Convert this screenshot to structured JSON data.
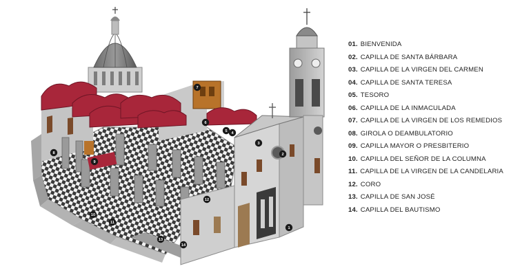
{
  "legend": [
    {
      "num": "01.",
      "label": "BIENVENIDA"
    },
    {
      "num": "02.",
      "label": "CAPILLA DE SANTA BÁRBARA"
    },
    {
      "num": "03.",
      "label": "CAPILLA DE LA VIRGEN DEL CARMEN"
    },
    {
      "num": "04.",
      "label": "CAPILLA DE SANTA TERESA"
    },
    {
      "num": "05.",
      "label": "TESORO"
    },
    {
      "num": "06.",
      "label": "CAPILLA DE LA INMACULADA"
    },
    {
      "num": "07.",
      "label": "CAPILLA DE LA VIRGEN DE LOS REMEDIOS"
    },
    {
      "num": "08.",
      "label": "GIROLA O DEAMBULATORIO"
    },
    {
      "num": "09.",
      "label": "CAPILLA MAYOR O PRESBITERIO"
    },
    {
      "num": "10.",
      "label": "CAPILLA DEL SEÑOR DE LA COLUMNA"
    },
    {
      "num": "11.",
      "label": "CAPILLA DE LA VIRGEN DE LA CANDELARIA"
    },
    {
      "num": "12.",
      "label": "CORO"
    },
    {
      "num": "13.",
      "label": "CAPILLA DE SAN JOSÉ"
    },
    {
      "num": "14.",
      "label": "CAPILLA DEL BAUTISMO"
    }
  ],
  "markers": [
    "1",
    "2",
    "3",
    "4",
    "5",
    "6",
    "7",
    "8",
    "9",
    "10",
    "11",
    "12",
    "13",
    "14"
  ],
  "colors": {
    "vault_red": "#a8263a",
    "stone_grey": "#b9b9b9",
    "dark_grey": "#6f6f6f",
    "marker_fill": "#1a1a1a",
    "retablo_gold": "#b8732a"
  }
}
